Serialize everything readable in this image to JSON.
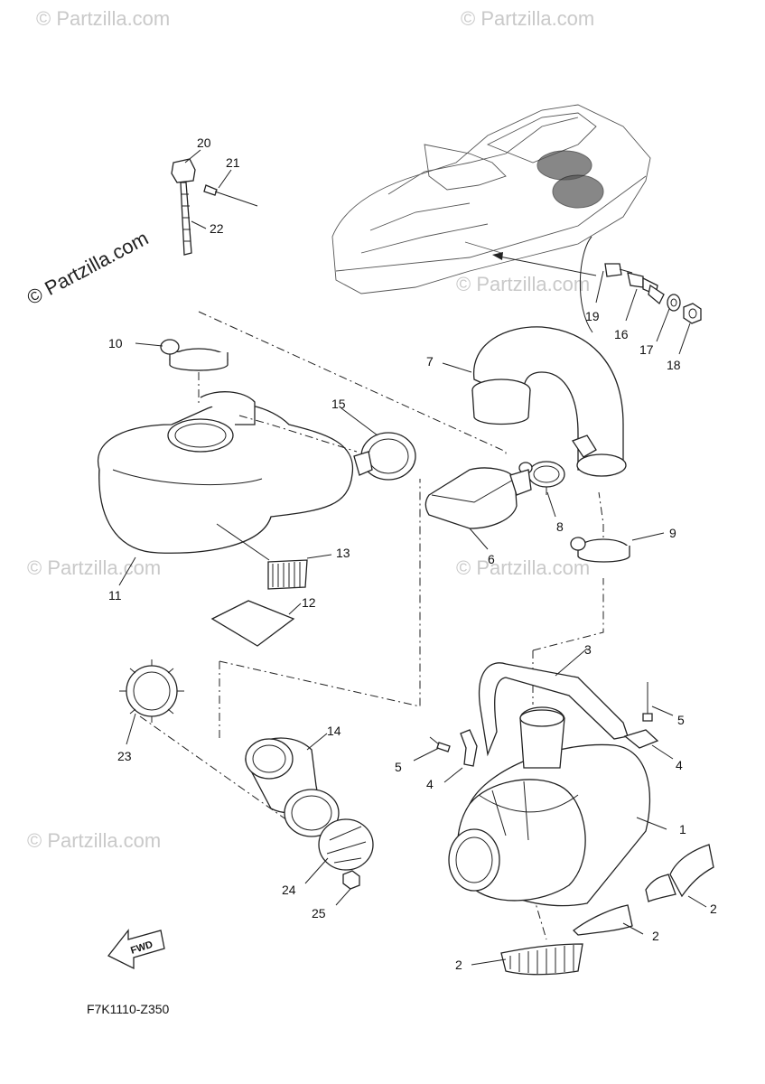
{
  "watermarks": {
    "main": "© Partzilla.com",
    "faint": "© Partzilla.com"
  },
  "diagram_code": "F7K1110-Z350",
  "fwd_label": "FWD",
  "callouts": {
    "c1": "1",
    "c2a": "2",
    "c2b": "2",
    "c2c": "2",
    "c3": "3",
    "c4a": "4",
    "c4b": "4",
    "c5a": "5",
    "c5b": "5",
    "c6": "6",
    "c7": "7",
    "c8": "8",
    "c9": "9",
    "c10": "10",
    "c11": "11",
    "c12": "12",
    "c13": "13",
    "c14": "14",
    "c15": "15",
    "c16": "16",
    "c17": "17",
    "c18": "18",
    "c19": "19",
    "c20": "20",
    "c21": "21",
    "c22": "22",
    "c23": "23",
    "c24": "24",
    "c25": "25"
  }
}
